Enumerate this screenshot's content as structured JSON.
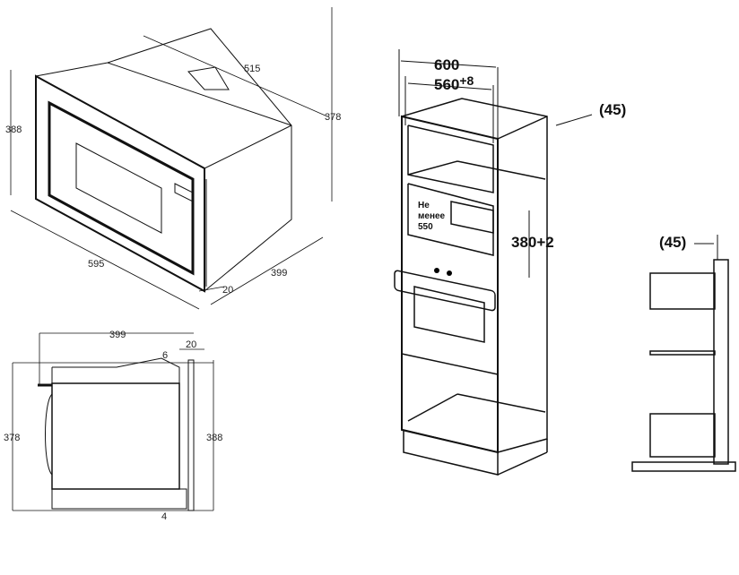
{
  "iso_view": {
    "depth": "515",
    "height_back": "378",
    "height_front": "388",
    "width": "595",
    "depth_body": "399",
    "frame": "20"
  },
  "side_view": {
    "depth": "399",
    "frame": "20",
    "top_gap": "6",
    "height_body": "378",
    "height_front": "388",
    "bottom_gap": "4"
  },
  "cabinet": {
    "width_outer": "600",
    "width_inner": "560",
    "width_tolerance": "+8",
    "back_gap": "(45)",
    "min_depth_line1": "Не",
    "min_depth_line2": "менее",
    "min_depth_value": "550",
    "niche_height": "380+2"
  },
  "section": {
    "back_gap": "(45)"
  }
}
